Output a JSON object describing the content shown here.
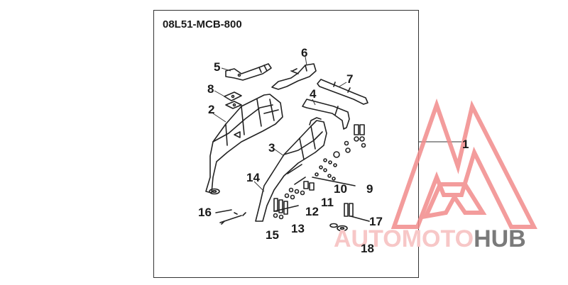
{
  "diagram": {
    "part_code": "08L51-MCB-800",
    "callouts": [
      {
        "id": "1",
        "label": "1"
      },
      {
        "id": "2",
        "label": "2"
      },
      {
        "id": "3",
        "label": "3"
      },
      {
        "id": "4",
        "label": "4"
      },
      {
        "id": "5",
        "label": "5"
      },
      {
        "id": "6",
        "label": "6"
      },
      {
        "id": "7",
        "label": "7"
      },
      {
        "id": "8",
        "label": "8"
      },
      {
        "id": "9",
        "label": "9"
      },
      {
        "id": "10",
        "label": "10"
      },
      {
        "id": "11",
        "label": "11"
      },
      {
        "id": "12",
        "label": "12"
      },
      {
        "id": "13",
        "label": "13"
      },
      {
        "id": "14",
        "label": "14"
      },
      {
        "id": "15",
        "label": "15"
      },
      {
        "id": "16",
        "label": "16"
      },
      {
        "id": "17",
        "label": "17"
      },
      {
        "id": "18",
        "label": "18"
      }
    ]
  },
  "watermark": {
    "text_part1": "AUTOMOTO",
    "text_part2": "HUB",
    "color_light": "#f7c7c7",
    "color_dark": "#7a7a7a",
    "logo_color": "#f28b8b"
  }
}
